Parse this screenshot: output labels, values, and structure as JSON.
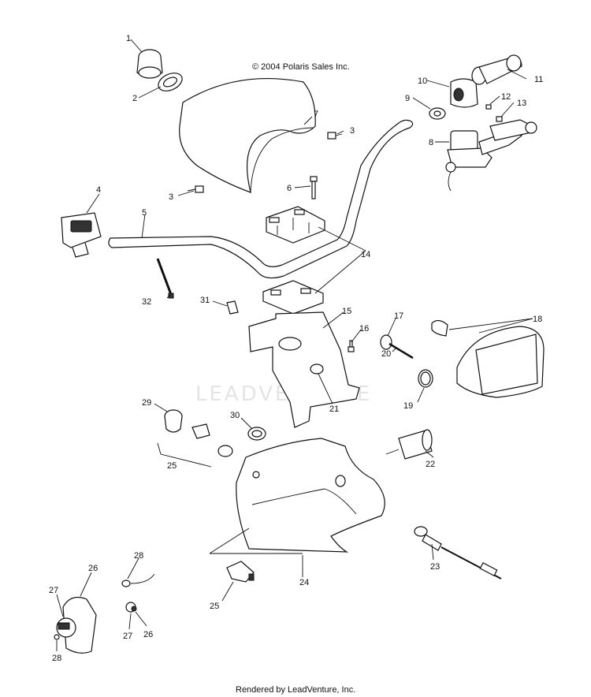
{
  "copyright": "© 2004 Polaris Sales Inc.",
  "footer": "Rendered by LeadVenture, Inc.",
  "watermark": "LEADVENTURE",
  "callouts": [
    "1",
    "2",
    "3",
    "3",
    "4",
    "5",
    "6",
    "7",
    "8",
    "9",
    "10",
    "11",
    "12",
    "13",
    "14",
    "15",
    "16",
    "17",
    "18",
    "19",
    "20",
    "21",
    "22",
    "23",
    "24",
    "25",
    "25",
    "26",
    "26",
    "27",
    "27",
    "28",
    "28",
    "29",
    "30",
    "31",
    "32"
  ]
}
